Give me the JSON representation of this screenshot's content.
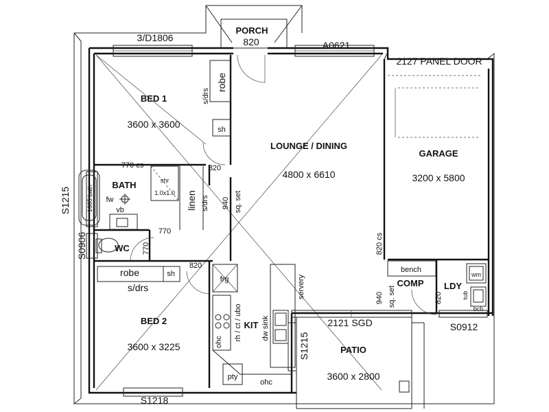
{
  "rooms": {
    "porch": {
      "name": "PORCH",
      "size": "820"
    },
    "bed1": {
      "name": "BED 1",
      "size": "3600  x  3600"
    },
    "lounge": {
      "name": "LOUNGE / DINING",
      "size": "4800  x  6610"
    },
    "garage": {
      "name": "GARAGE",
      "size": "3200  x  5800"
    },
    "bath": {
      "name": "BATH"
    },
    "wc": {
      "name": "WC"
    },
    "bed2": {
      "name": "BED 2",
      "size": "3600  x  3225"
    },
    "kit": {
      "name": "KIT"
    },
    "comp": {
      "name": "COMP"
    },
    "ldy": {
      "name": "LDY"
    },
    "patio": {
      "name": "PATIO",
      "size": "3600  x  2800"
    }
  },
  "labels": {
    "window_top_left": "3/D1806",
    "window_top_right": "A0621",
    "panel_door": "2127 PANEL DOOR",
    "robe1": "robe",
    "sdrs1": "s/drs",
    "sh1": "sh",
    "cs770": "770  cs",
    "d820_bed1": "820",
    "sq_set_940": "940",
    "sq_set": "sq. set",
    "shr": "shr",
    "shr_size": "1.0x1.0",
    "linen": "linen",
    "sdrs_linen": "s/drs",
    "bath_fixture": "1665 bath",
    "fw": "fw",
    "vb": "vb",
    "s1215_left": "S1215",
    "d770_bath": "770",
    "s0906": "S0906",
    "d770_wc": "770",
    "d820_bed2": "820",
    "robe2": "robe",
    "sh2": "sh",
    "sdrs2": "s/drs",
    "frg": "frg",
    "servery": "servery",
    "rh_ct_ubo": "rh / ct / ubo",
    "ohc_left": "ohc",
    "dw_sink": "dw   sink",
    "pty": "pty",
    "ohc_bottom": "ohc",
    "s1215_kit": "S1215",
    "sgd": "2121  SGD",
    "cs820": "820  cs",
    "bench": "bench",
    "wm": "wm",
    "d940_comp": "940",
    "sq_set_comp": "sq. set",
    "d820_ldy": "820",
    "tub": "tub",
    "bch": "bch",
    "s0912": "S0912",
    "s1218": "S1218"
  }
}
